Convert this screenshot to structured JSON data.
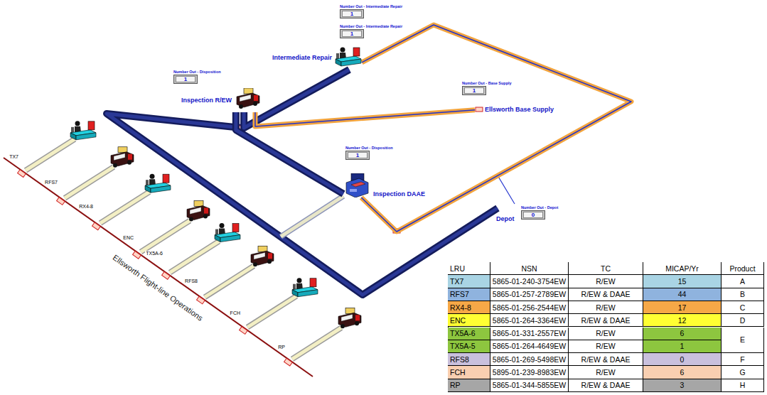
{
  "diagram": {
    "nodes": [
      {
        "text": [
          "Intermediate Repair"
        ]
      },
      {
        "text": [
          "Inspection R/EW"
        ]
      },
      {
        "text": [
          "Ellsworth Base Supply"
        ]
      },
      {
        "text": [
          "Inspection DAAE"
        ]
      },
      {
        "text": [
          "Depot"
        ]
      },
      {
        "text": [
          "Number Out - Intermediate Repair",
          "1"
        ]
      },
      {
        "text": [
          "Number Out - Intermediate Repair",
          "1"
        ]
      },
      {
        "text": [
          "Number Out - Disposition",
          "1"
        ]
      },
      {
        "text": [
          "Number Out - Base Supply",
          "1"
        ]
      },
      {
        "text": [
          "Number Out - Disposition",
          "1"
        ]
      },
      {
        "text": [
          "Number Out - Depot",
          "0"
        ]
      }
    ],
    "edges": [
      {
        "from": 1,
        "to": 0,
        "arrow": "none"
      },
      {
        "from": 2,
        "to": 1,
        "arrow": "none"
      },
      {
        "from": 0,
        "to": 3,
        "arrow": "none"
      },
      {
        "from": 1,
        "to": 3,
        "arrow": "none"
      }
    ],
    "labels": [
      "TX7",
      "RFS7",
      "RX4-8",
      "ENC",
      "TX5A-6",
      "RFS8",
      "FCH",
      "RP",
      "Ellsworth Flight-line Operations",
      "LRU",
      "NSN",
      "TC",
      "MICAP/Yr",
      "Product",
      "TX7",
      "5865-01-240-3754EW",
      "R/EW",
      "15",
      "A",
      "RFS7",
      "5865-01-257-2789EW",
      "R/EW & DAAE",
      "44",
      "B",
      "RX4-8",
      "5865-01-256-2544EW",
      "R/EW",
      "17",
      "C",
      "ENC",
      "5865-01-264-3364EW",
      "R/EW & DAAE",
      "12",
      "D",
      "TX5A-6",
      "5865-01-331-2557EW",
      "R/EW",
      "6",
      "E",
      "TX5A-5",
      "5865-01-264-4649EW",
      "R/EW",
      "1",
      "RFS8",
      "5865-01-269-5498EW",
      "R/EW & DAAE",
      "0",
      "F",
      "FCH",
      "5895-01-239-8983EW",
      "R/EW",
      "6",
      "G",
      "RP",
      "5865-01-344-5855EW",
      "R/EW & DAAE",
      "3",
      "H"
    ]
  }
}
